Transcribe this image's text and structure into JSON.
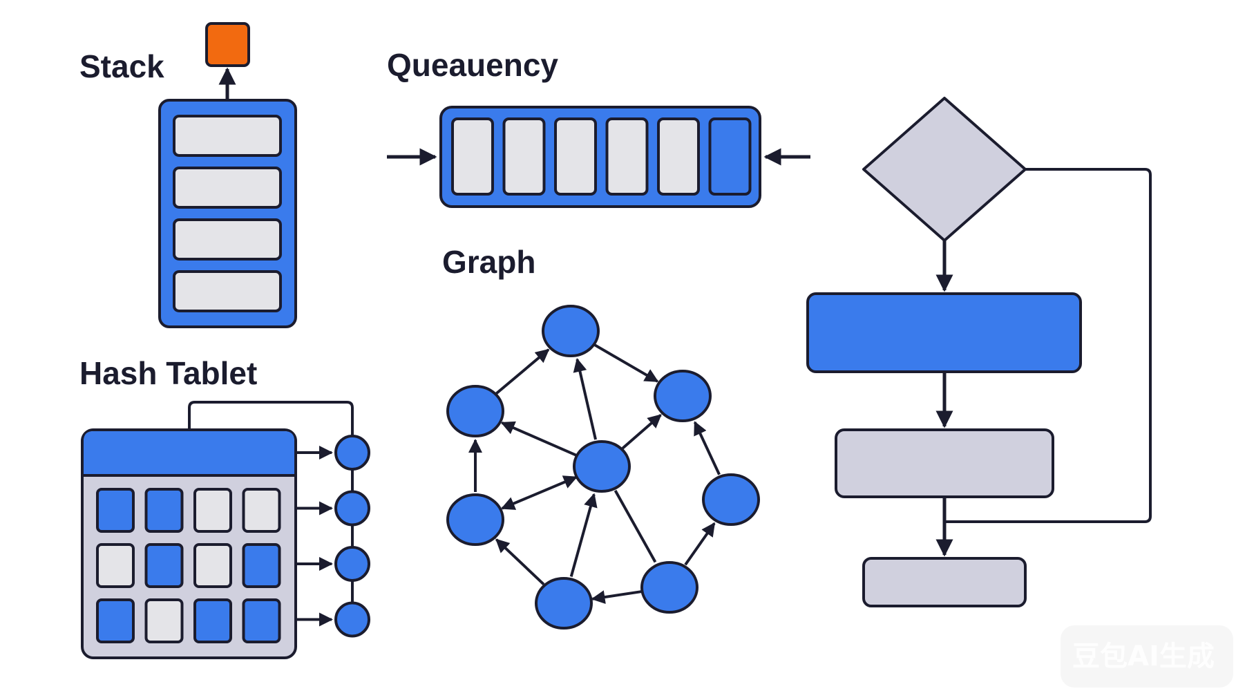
{
  "colors": {
    "blue": "#3a7bec",
    "light": "#e4e4e8",
    "lavender": "#d0d0de",
    "orange": "#f26a10",
    "ink": "#1b1c2e"
  },
  "stack": {
    "title": "Stack",
    "slot_count": 4,
    "pushed_item": "orange-square"
  },
  "queue": {
    "title": "Queauency",
    "slots": [
      "empty",
      "empty",
      "empty",
      "empty",
      "empty",
      "filled"
    ]
  },
  "graph": {
    "title": "Graph",
    "nodes": [
      "top",
      "upper-left",
      "upper-right",
      "center",
      "lower-left",
      "right",
      "bottom-left",
      "bottom-right"
    ],
    "edges": [
      {
        "from": "upper-left",
        "to": "top",
        "directed": true
      },
      {
        "from": "top",
        "to": "upper-right",
        "directed": true
      },
      {
        "from": "center",
        "to": "top",
        "directed": true
      },
      {
        "from": "center",
        "to": "upper-left",
        "directed": true
      },
      {
        "from": "center",
        "to": "upper-right",
        "directed": true
      },
      {
        "from": "lower-left",
        "to": "upper-left",
        "directed": true
      },
      {
        "from": "center",
        "to": "lower-left",
        "directed": true,
        "bidirectional": true
      },
      {
        "from": "bottom-left",
        "to": "center",
        "directed": true
      },
      {
        "from": "bottom-left",
        "to": "lower-left",
        "directed": true
      },
      {
        "from": "center",
        "to": "bottom-right",
        "directed": false
      },
      {
        "from": "bottom-right",
        "to": "bottom-left",
        "directed": true
      },
      {
        "from": "bottom-right",
        "to": "right",
        "directed": true
      },
      {
        "from": "right",
        "to": "upper-right",
        "directed": true
      }
    ]
  },
  "hash_table": {
    "title": "Hash Tablet",
    "grid": [
      [
        "filled",
        "filled",
        "empty",
        "empty"
      ],
      [
        "empty",
        "filled",
        "empty",
        "filled"
      ],
      [
        "filled",
        "empty",
        "filled",
        "filled"
      ]
    ],
    "bucket_count": 4
  },
  "flowchart": {
    "shapes": [
      "decision",
      "process-highlighted",
      "process",
      "terminal"
    ]
  },
  "watermark": "豆包AI生成"
}
